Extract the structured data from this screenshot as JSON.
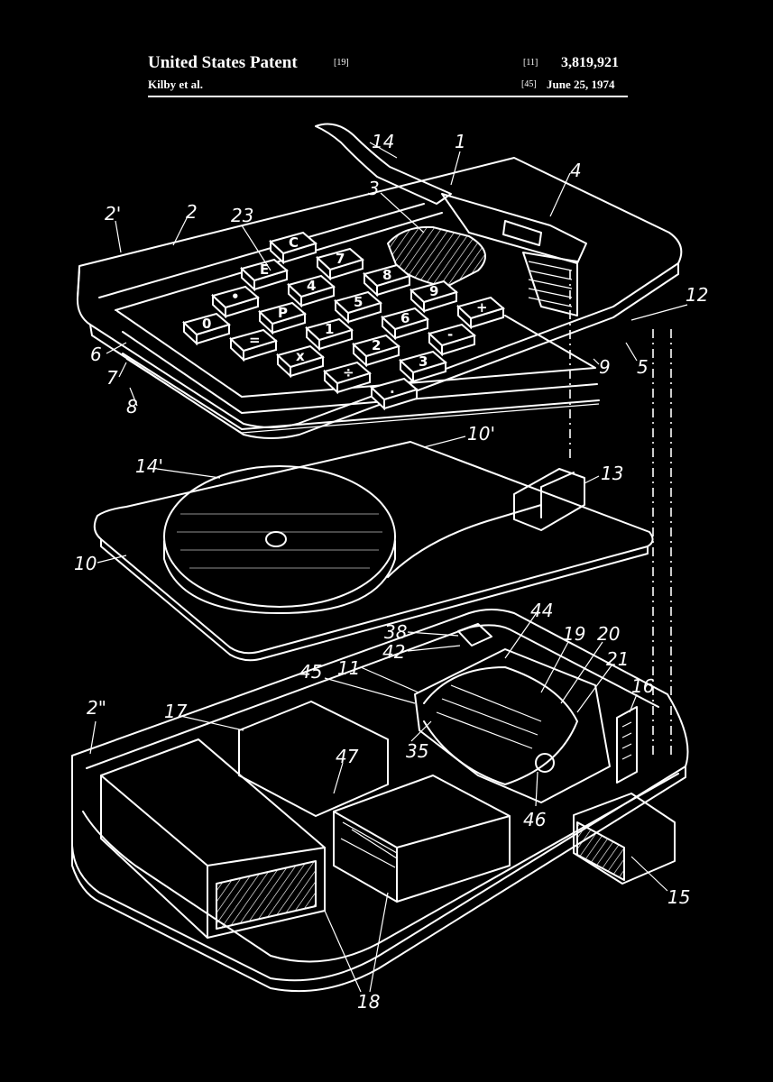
{
  "header": {
    "title": "United States Patent",
    "title_ref": "[19]",
    "number_ref": "[11]",
    "patent_number": "3,819,921",
    "inventors": "Kilby et al.",
    "date_ref": "[45]",
    "date": "June 25, 1974"
  },
  "keys": [
    {
      "label": "C"
    },
    {
      "label": "7"
    },
    {
      "label": "8"
    },
    {
      "label": "9"
    },
    {
      "label": "+"
    },
    {
      "label": "E"
    },
    {
      "label": "4"
    },
    {
      "label": "5"
    },
    {
      "label": "6"
    },
    {
      "label": "-"
    },
    {
      "label": "•"
    },
    {
      "label": "P"
    },
    {
      "label": "1"
    },
    {
      "label": "2"
    },
    {
      "label": "3"
    },
    {
      "label": "x"
    },
    {
      "label": "0"
    },
    {
      "label": "÷"
    },
    {
      "label": "="
    },
    {
      "label": "."
    }
  ],
  "callouts": {
    "c14": "14",
    "c1": "1",
    "c4": "4",
    "c3": "3",
    "c2p": "2'",
    "c2": "2",
    "c23": "23",
    "c12": "12",
    "c6": "6",
    "c7": "7",
    "c8": "8",
    "c9": "9",
    "c5": "5",
    "c10p": "10'",
    "c14p": "14'",
    "c13": "13",
    "c10": "10",
    "c44": "44",
    "c38": "38",
    "c19": "19",
    "c20": "20",
    "c42": "42",
    "c21": "21",
    "c45": "45",
    "c11": "11",
    "c2pp": "2\"",
    "c16": "16",
    "c17": "17",
    "c47": "47",
    "c35": "35",
    "c46": "46",
    "c15": "15",
    "c18": "18"
  }
}
